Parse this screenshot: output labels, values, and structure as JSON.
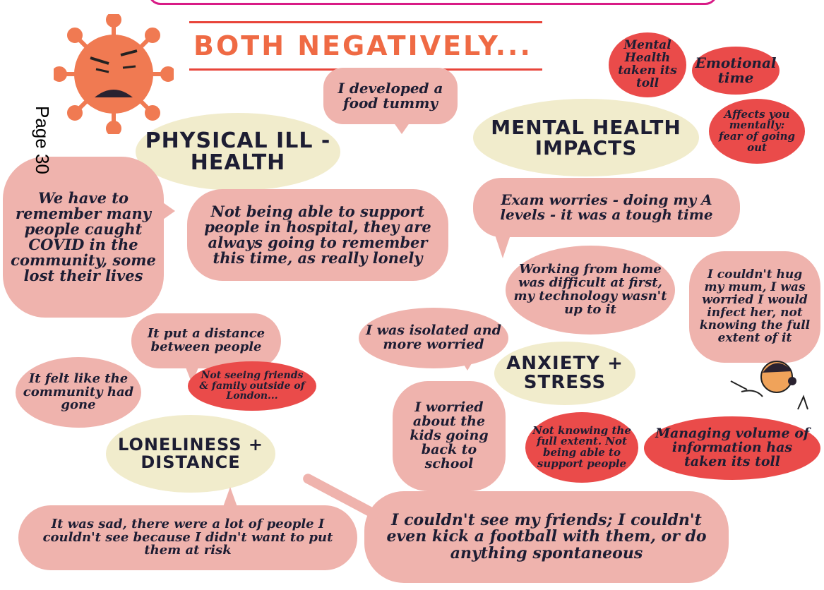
{
  "page_label": "Page 30",
  "heading": "BOTH NEGATIVELY...",
  "themes": {
    "physical": "PHYSICAL ILL - HEALTH",
    "mental": "MENTAL HEALTH IMPACTS",
    "anxiety": "ANXIETY + STRESS",
    "loneliness": "LONELINESS + DISTANCE"
  },
  "quotes": {
    "food_tummy": "I developed a food tummy",
    "remember_covid": "We have to remember many people caught COVID in the community, some lost their lives",
    "hospital": "Not being able to support people in hospital, they are always going to remember this time, as really lonely",
    "mental_toll": "Mental Health taken its toll",
    "emotional_time": "Emotional time",
    "fear_going_out": "Affects you mentally: fear of going out",
    "exam_worries": "Exam worries - doing my A levels - it was a tough time",
    "working_home": "Working from home was difficult at first, my technology wasn't up to it",
    "hug_mum": "I couldn't hug my mum, I was worried I would infect her, not knowing the full extent of it",
    "isolated": "I was isolated and more worried",
    "distance_people": "It put a distance between people",
    "community_gone": "It felt like the community had gone",
    "friends_family": "Not seeing friends & family outside of London...",
    "kids_school": "I worried about the kids going back to school",
    "not_knowing": "Not knowing the full extent. Not being able to support people",
    "volume_info": "Managing volume of information has taken its toll",
    "sad_risk": "It was sad, there were a lot of people I couldn't see because I didn't want to put them at risk",
    "football": "I couldn't see my friends; I couldn't even kick a football with them, or do anything spontaneous"
  },
  "colors": {
    "pink_bubble": "#efb3ad",
    "red_bubble": "#ea4b4a",
    "yellow_theme": "#f1eccc",
    "heading": "#ef6a44",
    "virus": "#f07a52"
  }
}
